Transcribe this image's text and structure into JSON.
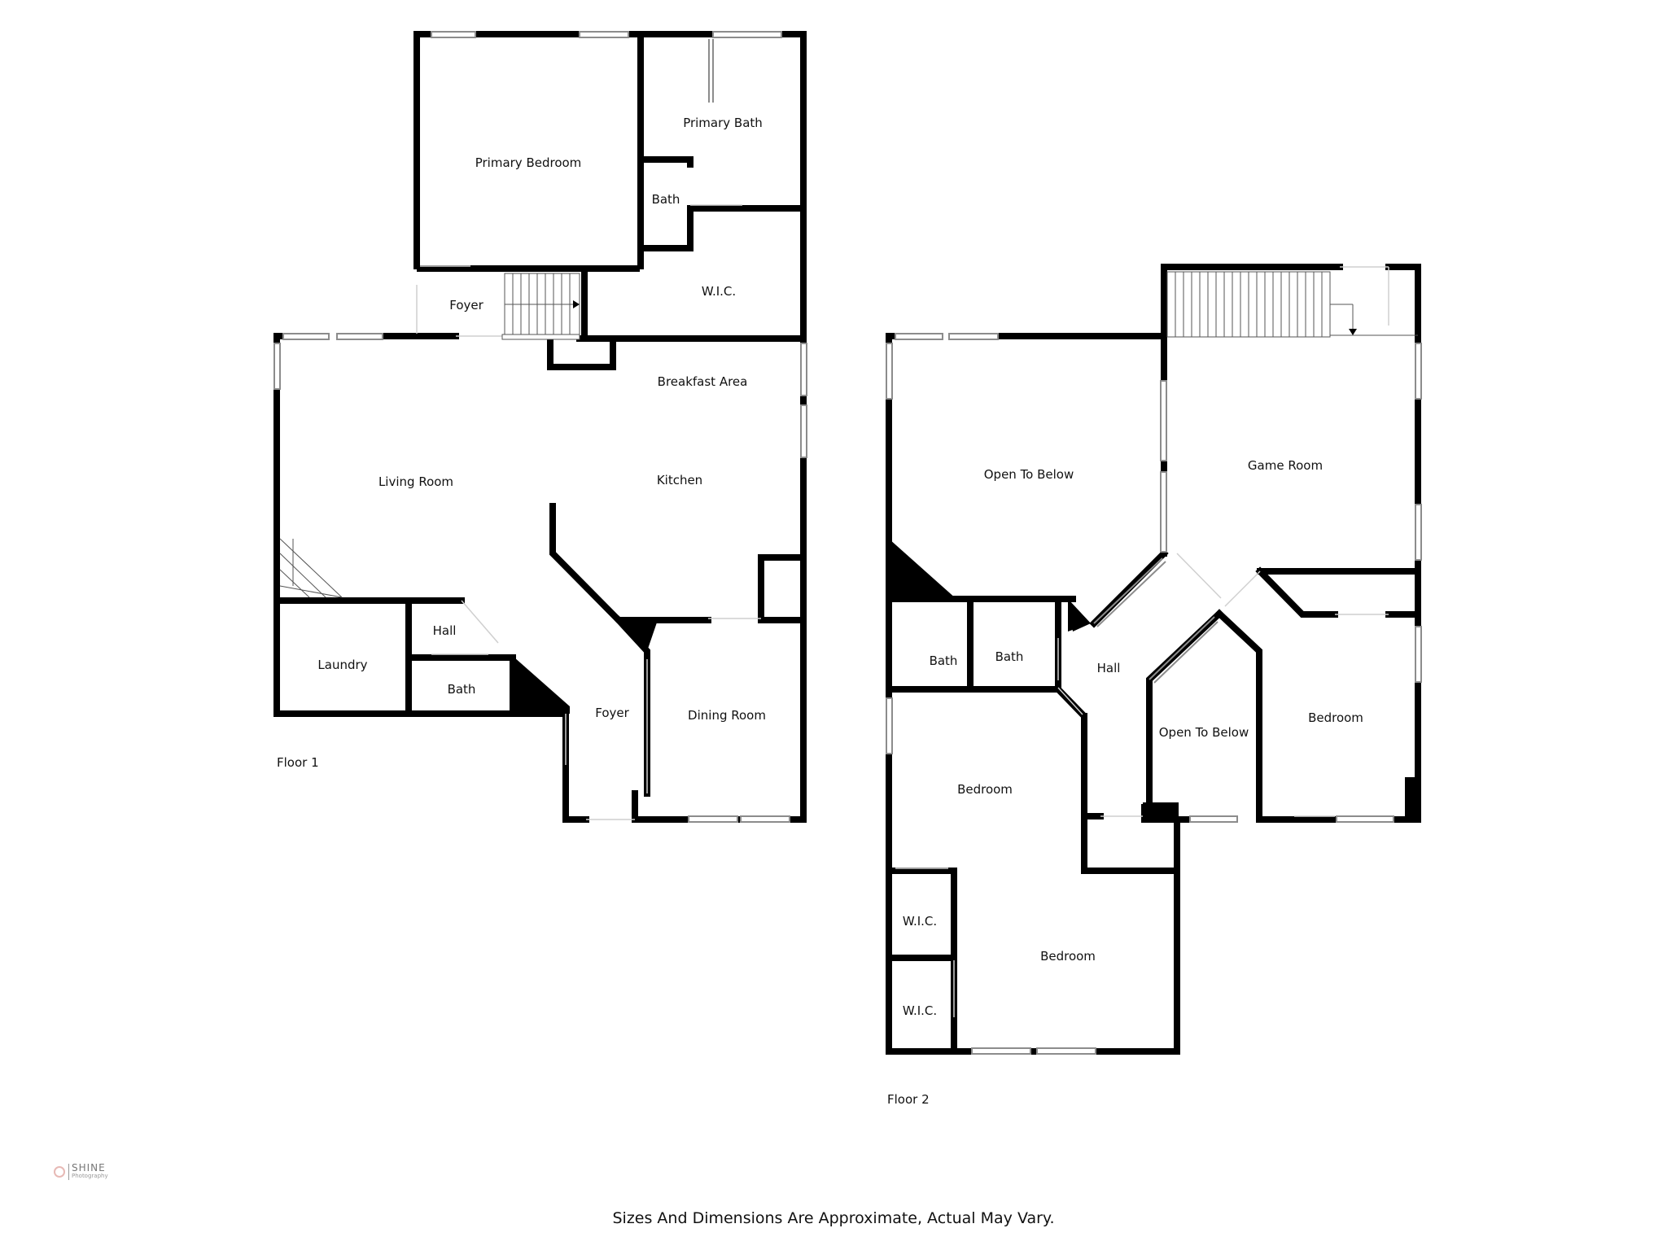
{
  "floors": [
    {
      "label": "Floor 1",
      "rooms": [
        {
          "name": "Primary Bedroom"
        },
        {
          "name": "Primary Bath"
        },
        {
          "name": "Bath"
        },
        {
          "name": "W.I.C."
        },
        {
          "name": "Foyer"
        },
        {
          "name": "Breakfast Area"
        },
        {
          "name": "Living Room"
        },
        {
          "name": "Kitchen"
        },
        {
          "name": "Hall"
        },
        {
          "name": "Laundry"
        },
        {
          "name": "Bath"
        },
        {
          "name": "Foyer"
        },
        {
          "name": "Dining Room"
        }
      ]
    },
    {
      "label": "Floor 2",
      "rooms": [
        {
          "name": "Open To Below"
        },
        {
          "name": "Game Room"
        },
        {
          "name": "Bath"
        },
        {
          "name": "Bath"
        },
        {
          "name": "Hall"
        },
        {
          "name": "Open To Below"
        },
        {
          "name": "Bedroom"
        },
        {
          "name": "Bedroom"
        },
        {
          "name": "W.I.C."
        },
        {
          "name": "Bedroom"
        },
        {
          "name": "W.I.C."
        }
      ]
    }
  ],
  "disclaimer": "Sizes And Dimensions Are Approximate, Actual May Vary.",
  "logo": {
    "name": "SHINE",
    "tagline": "Photography"
  },
  "colors": {
    "wall": "#000000",
    "window": "#9e9e9e",
    "background": "#ffffff"
  }
}
